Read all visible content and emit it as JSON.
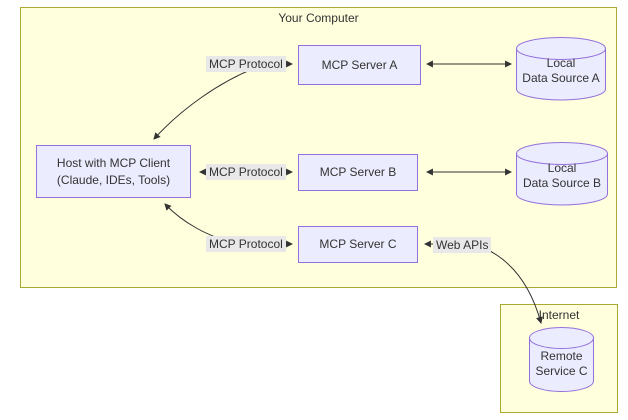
{
  "clusters": {
    "your_computer": {
      "label": "Your Computer"
    },
    "internet": {
      "label": "Internet"
    }
  },
  "nodes": {
    "host": {
      "line1": "Host with MCP Client",
      "line2": "(Claude, IDEs, Tools)"
    },
    "server_a": {
      "label": "MCP Server A"
    },
    "server_b": {
      "label": "MCP Server B"
    },
    "server_c": {
      "label": "MCP Server C"
    },
    "data_source_a": {
      "line1": "Local",
      "line2": "Data Source A"
    },
    "data_source_b": {
      "line1": "Local",
      "line2": "Data Source B"
    },
    "remote_service_c": {
      "line1": "Remote",
      "line2": "Service C"
    }
  },
  "edge_labels": {
    "protocol_a": "MCP Protocol",
    "protocol_b": "MCP Protocol",
    "protocol_c": "MCP Protocol",
    "web_apis": "Web APIs"
  },
  "colors": {
    "canvas_bg": "#ffffff",
    "cluster_fill": "#ffffde",
    "cluster_border": "#aaaa33",
    "node_fill": "#ececff",
    "node_border": "#9370db",
    "edge_label_bg": "#e8e8e8",
    "edge_stroke": "#333333",
    "text": "#333333"
  }
}
